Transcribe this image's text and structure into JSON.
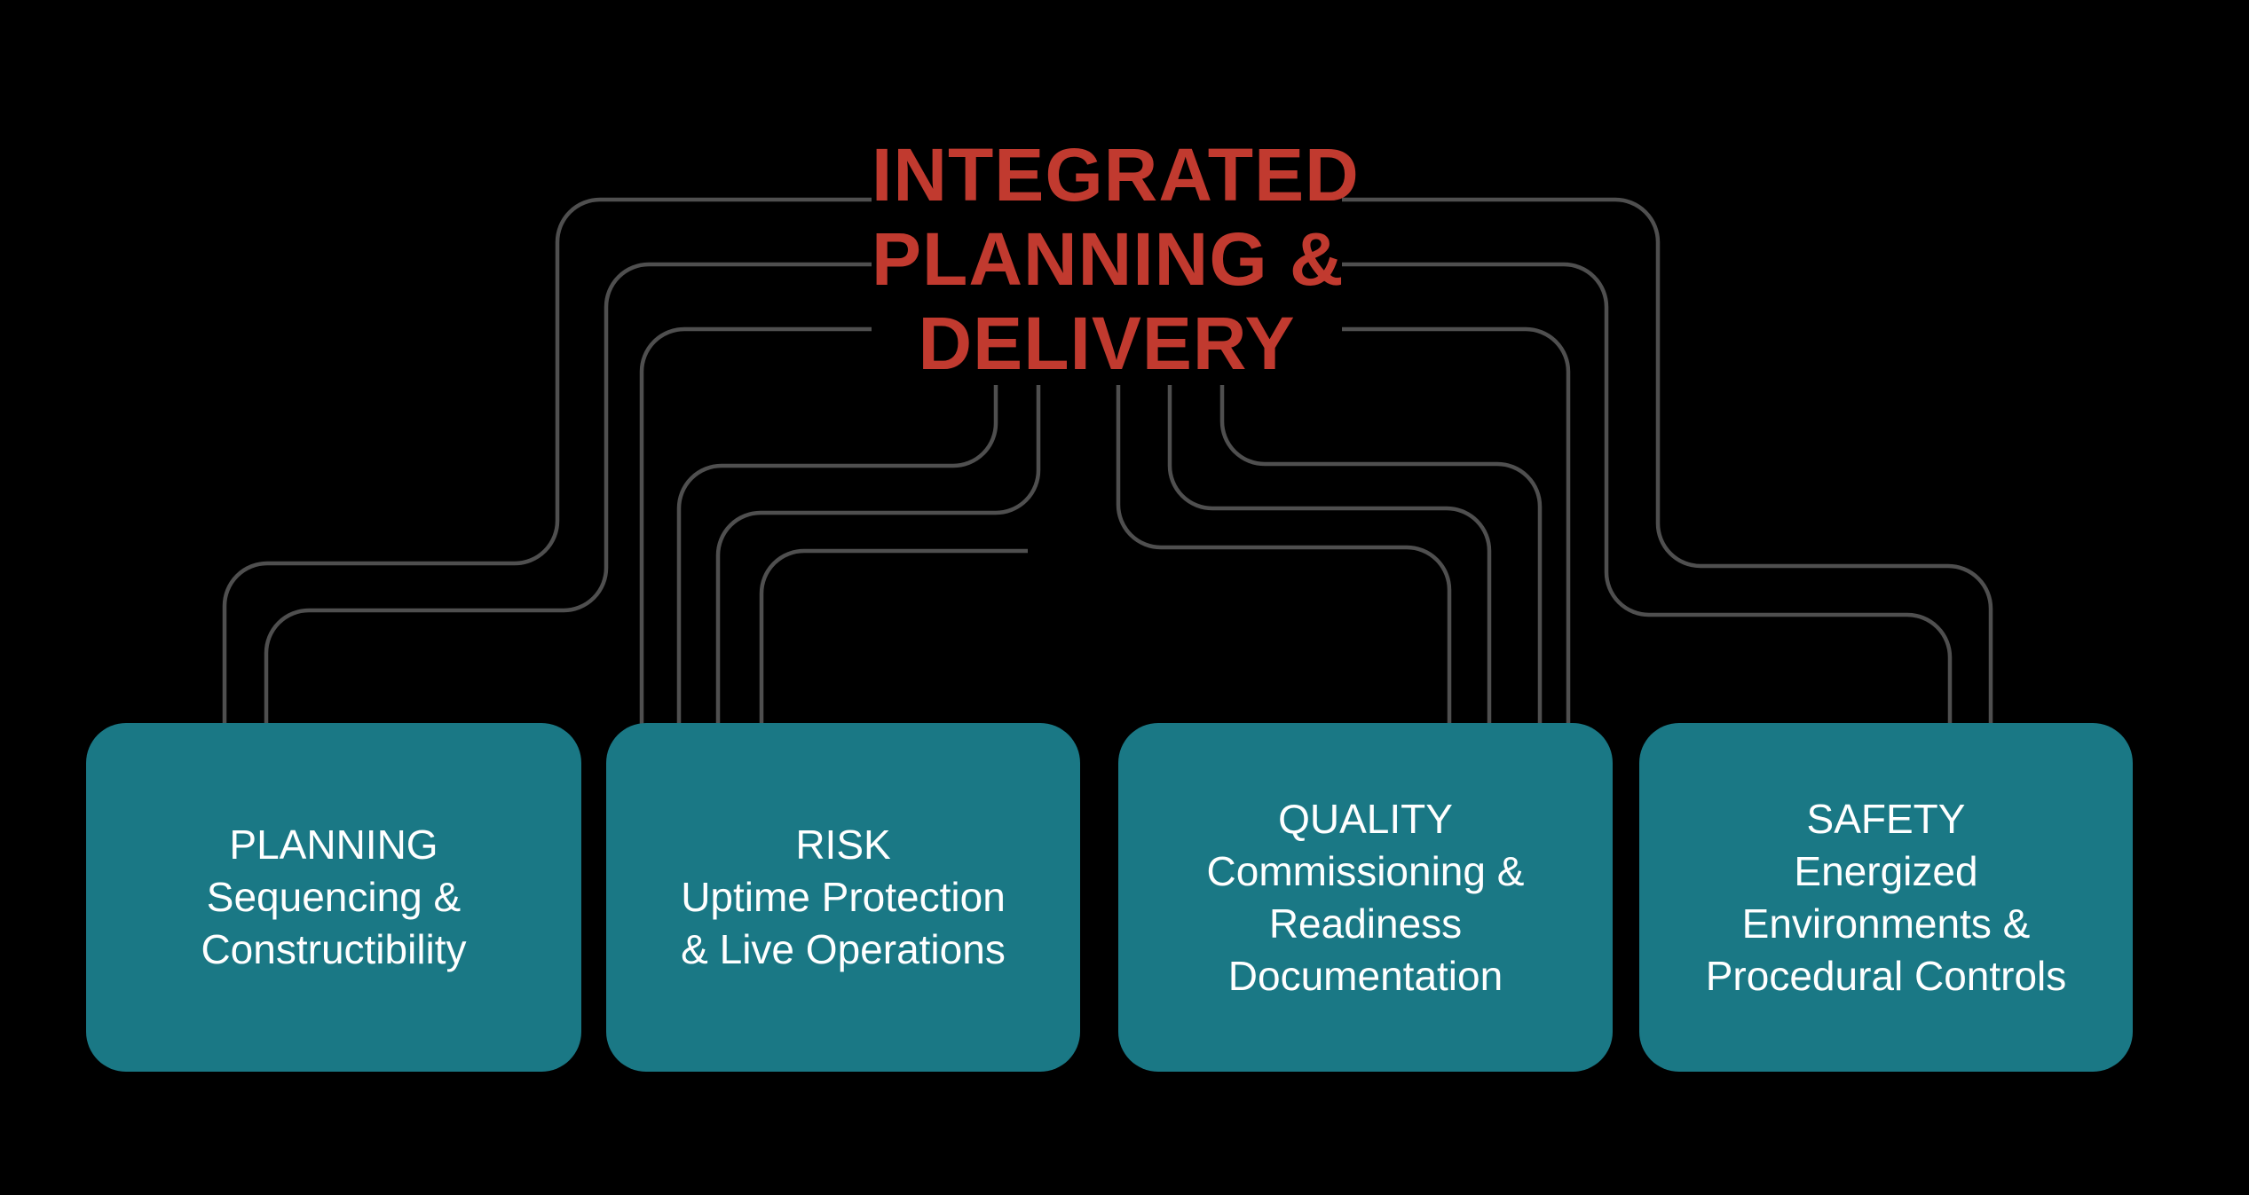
{
  "title": {
    "lines": [
      "INTEGRATED",
      "PLANNING &",
      "DELIVERY"
    ]
  },
  "boxes": [
    {
      "id": "planning",
      "lines": [
        "PLANNING",
        "Sequencing &",
        "Constructibility"
      ]
    },
    {
      "id": "risk",
      "lines": [
        "RISK",
        "Uptime Protection",
        "& Live Operations"
      ]
    },
    {
      "id": "quality",
      "lines": [
        "QUALITY",
        "Commissioning &",
        "Readiness",
        "Documentation"
      ]
    },
    {
      "id": "safety",
      "lines": [
        "SAFETY",
        "Energized",
        "Environments &",
        "Procedural Controls"
      ]
    }
  ],
  "colors": {
    "background": "#000000",
    "title_red": "#c13a2f",
    "box_teal": "#1a7885",
    "connector_gray": "#4f4f4f",
    "box_text": "#ffffff"
  }
}
